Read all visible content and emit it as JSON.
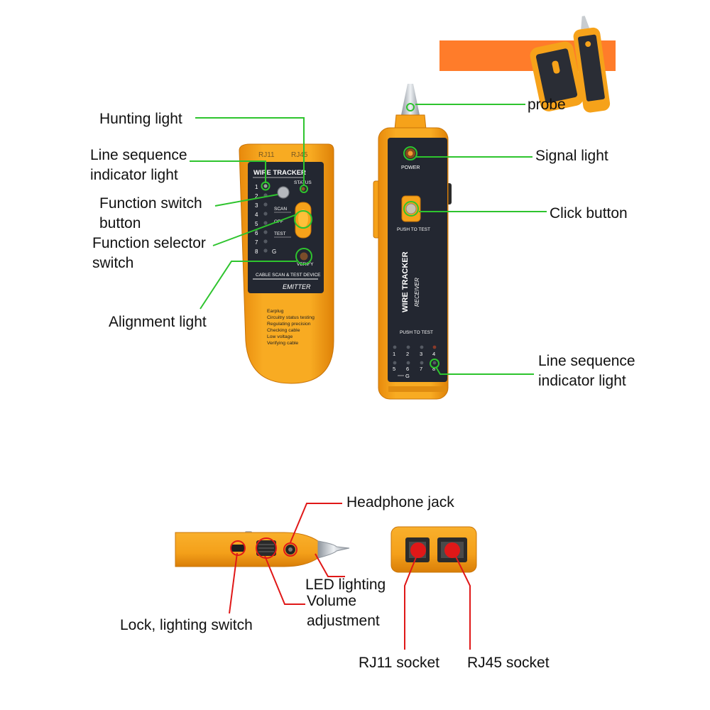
{
  "emitter": {
    "header": "WIRE TRACKER",
    "status": "STATUS",
    "numbers": [
      "1",
      "2",
      "3",
      "4",
      "5",
      "6",
      "7",
      "8"
    ],
    "ground": "G",
    "scan": "SCAN",
    "off": "OFF",
    "test": "TEST",
    "verify": "VERIFY",
    "subtitle": "CABLE SCAN & TEST DEVICE",
    "model": "EMITTER",
    "features": [
      "Earplug",
      "Circuitry status testing",
      "Regulating precision",
      "Checking cable",
      "Low voltage",
      "Verifying cable"
    ],
    "top_ports": [
      "RJ11",
      "RJ45"
    ]
  },
  "receiver": {
    "power": "POWER",
    "push_to_test_top": "PUSH TO TEST",
    "title": "WIRE TRACKER",
    "subtitle": "RECEIVER",
    "push_to_test_bottom": "PUSH TO TEST",
    "numbers_row1": [
      "1",
      "2",
      "3",
      "4"
    ],
    "numbers_row2": [
      "5",
      "6",
      "7",
      "8"
    ],
    "ground": "G"
  },
  "labels": {
    "hunting_light": "Hunting light",
    "line_seq_emitter": "Line sequence\nindicator light",
    "function_switch": "Function switch\nbutton",
    "function_selector": "Function selector\nswitch",
    "alignment_light": "Alignment light",
    "probe": "probe",
    "signal_light": "Signal light",
    "click_button": "Click button",
    "line_seq_receiver": "Line sequence\nindicator light",
    "headphone_jack": "Headphone jack",
    "led_lighting": "LED lighting",
    "volume": "Volume\nadjustment",
    "lock_switch": "Lock, lighting switch",
    "rj11": "RJ11 socket",
    "rj45": "RJ45 socket"
  },
  "colors": {
    "device_orange": "#f6a21a",
    "panel_dark": "#232731",
    "callout_green": "#2ec42e",
    "callout_red": "#e01818",
    "banner_orange": "#ff7c2a"
  },
  "icons": [
    "probe-tip-icon",
    "rj11-port-icon",
    "rj45-port-icon"
  ]
}
